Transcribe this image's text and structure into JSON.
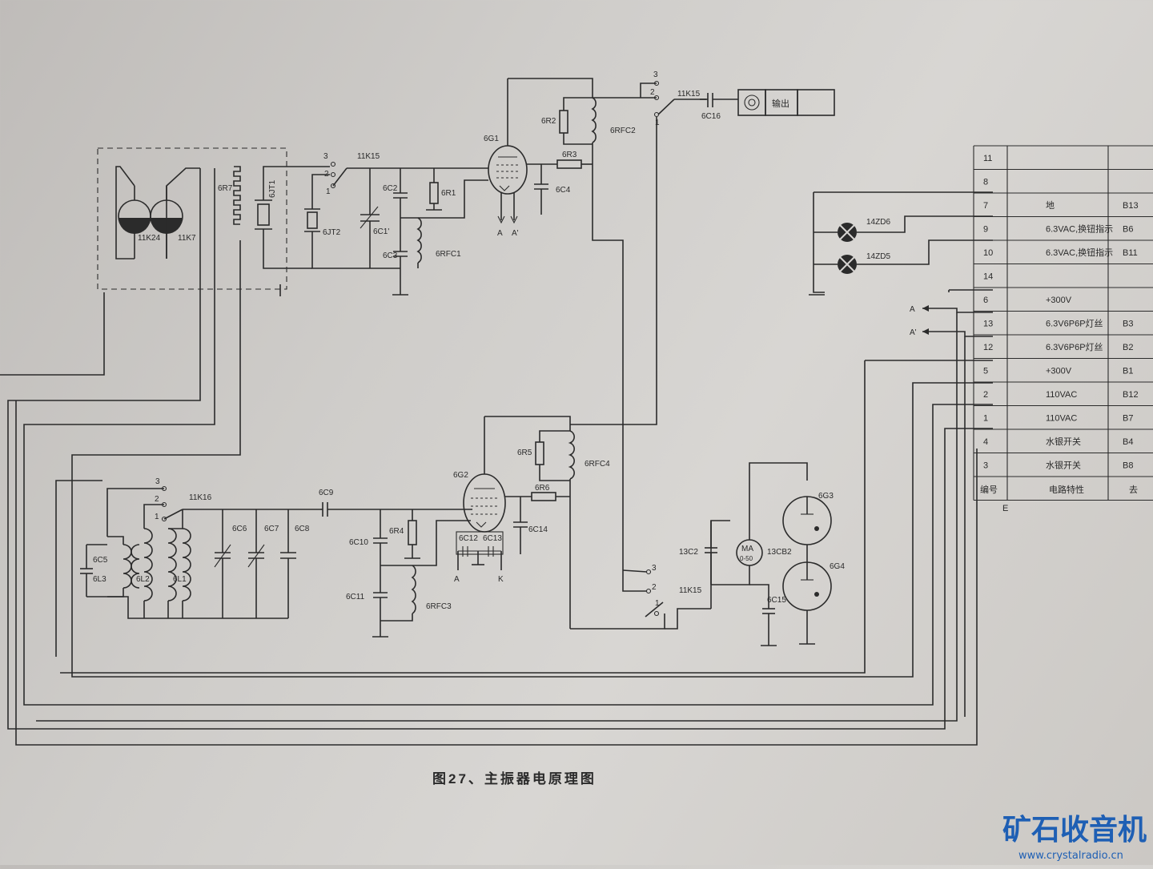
{
  "caption": "图27、主振器电原理图",
  "watermark": {
    "name": "矿石收音机",
    "url": "www.crystalradio.cn"
  },
  "connector_label": "E",
  "output_jack_label": "输出",
  "table": {
    "header": {
      "col1": "编号",
      "col2": "电路特性",
      "col3": "去"
    },
    "rows": [
      {
        "num": "11",
        "desc": "",
        "dest": ""
      },
      {
        "num": "8",
        "desc": "",
        "dest": ""
      },
      {
        "num": "7",
        "desc": "地",
        "dest": "B13"
      },
      {
        "num": "9",
        "desc": "6.3VAC,换钮指示",
        "dest": "B6"
      },
      {
        "num": "10",
        "desc": "6.3VAC,换钮指示",
        "dest": "B11"
      },
      {
        "num": "14",
        "desc": "",
        "dest": ""
      },
      {
        "num": "6",
        "desc": "+300V",
        "dest": ""
      },
      {
        "num": "13",
        "desc": "6.3V6P6P灯丝",
        "dest": "B3"
      },
      {
        "num": "12",
        "desc": "6.3V6P6P灯丝",
        "dest": "B2"
      },
      {
        "num": "5",
        "desc": "+300V",
        "dest": "B1"
      },
      {
        "num": "2",
        "desc": "110VAC",
        "dest": "B12"
      },
      {
        "num": "1",
        "desc": "110VAC",
        "dest": "B7"
      },
      {
        "num": "4",
        "desc": "水银开关",
        "dest": "B4"
      },
      {
        "num": "3",
        "desc": "水银开关",
        "dest": "B8"
      }
    ]
  },
  "components": {
    "tube_6G1": "6G1",
    "tube_6G2": "6G2",
    "tube_6G3": "6G3",
    "tube_6G4": "6G4",
    "r_6R1": "6R1",
    "r_6R2": "6R2",
    "r_6R3": "6R3",
    "r_6R4": "6R4",
    "r_6R5": "6R5",
    "r_6R6": "6R6",
    "r_6R7": "6R7",
    "c_6C1": "6C1'",
    "c_6C2": "6C2",
    "c_6C3": "6C3",
    "c_6C4": "6C4",
    "c_6C5": "6C5",
    "c_6C6": "6C6",
    "c_6C7": "6C7",
    "c_6C8": "6C8",
    "c_6C9": "6C9",
    "c_6C10": "6C10",
    "c_6C11": "6C11",
    "c_6C12": "6C12",
    "c_6C13": "6C13",
    "c_6C14": "6C14",
    "c_6C15": "6C15",
    "c_6C16": "6C16",
    "c_13C2": "13C2",
    "l_6RFC1": "6RFC1",
    "l_6RFC2": "6RFC2",
    "l_6RFC3": "6RFC3",
    "l_6RFC4": "6RFC4",
    "l_6L1": "6L1",
    "l_6L2": "6L2",
    "l_6L3": "6L3",
    "xtal_6JT1": "6JT1",
    "xtal_6JT2": "6JT2",
    "sw_11K15_a": "11K15",
    "sw_11K15_b": "11K15",
    "sw_11K15_c": "11K15",
    "sw_11K16": "11K16",
    "sw_11K24": "11K24",
    "sw_11K7": "11K7",
    "lamp_14ZD6": "14ZD6",
    "lamp_14ZD5": "14ZD5",
    "meter": "MA",
    "meter_range": "0-50",
    "meter_ref": "13CB2",
    "node_A": "A",
    "node_A2": "A'",
    "node_K": "K",
    "arrow_A": "A",
    "arrow_A2": "A'",
    "pos_1": "1",
    "pos_2": "2",
    "pos_3": "3"
  },
  "colors": {
    "ink": "#2b2b2b",
    "watermark": "#1e5fb4"
  }
}
